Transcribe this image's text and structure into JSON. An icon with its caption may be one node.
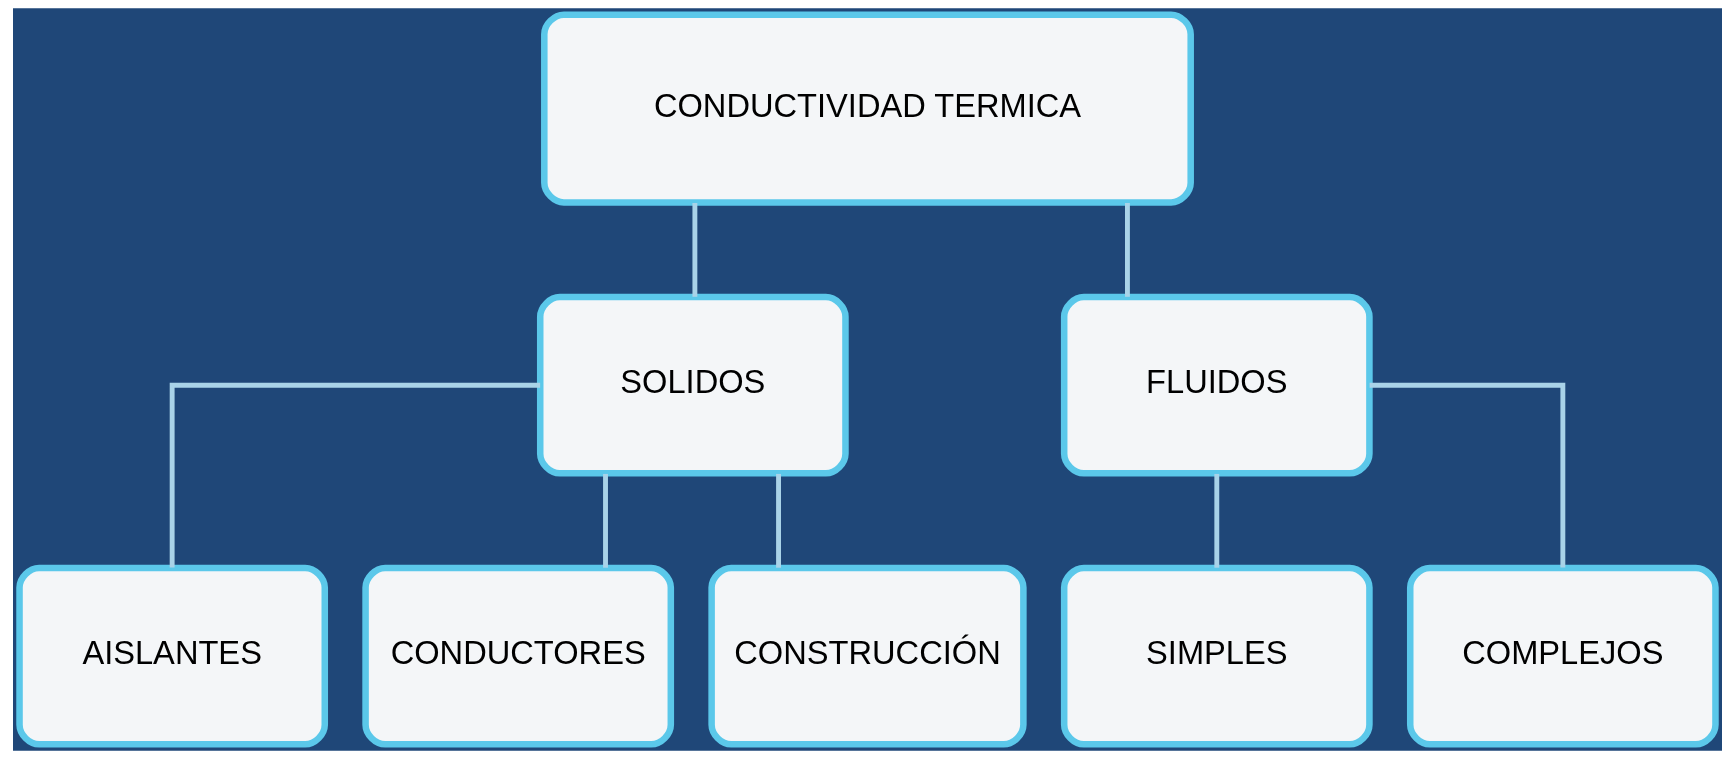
{
  "diagram": {
    "nodes": [
      {
        "text": [
          "CONDUCTIVIDAD TERMICA"
        ]
      },
      {
        "text": [
          "SOLIDOS"
        ]
      },
      {
        "text": [
          "FLUIDOS"
        ]
      },
      {
        "text": [
          "AISLANTES"
        ]
      },
      {
        "text": [
          "CONDUCTORES"
        ]
      },
      {
        "text": [
          "CONSTRUCCIÓN"
        ]
      },
      {
        "text": [
          "SIMPLES"
        ]
      },
      {
        "text": [
          "COMPLEJOS"
        ]
      }
    ],
    "edges": [
      {
        "from": 0,
        "to": 1,
        "arrow": "none"
      },
      {
        "from": 0,
        "to": 2,
        "arrow": "none"
      },
      {
        "from": 1,
        "to": 3,
        "arrow": "none"
      },
      {
        "from": 1,
        "to": 4,
        "arrow": "none"
      },
      {
        "from": 1,
        "to": 5,
        "arrow": "none"
      },
      {
        "from": 2,
        "to": 6,
        "arrow": "none"
      },
      {
        "from": 2,
        "to": 7,
        "arrow": "none"
      }
    ]
  }
}
